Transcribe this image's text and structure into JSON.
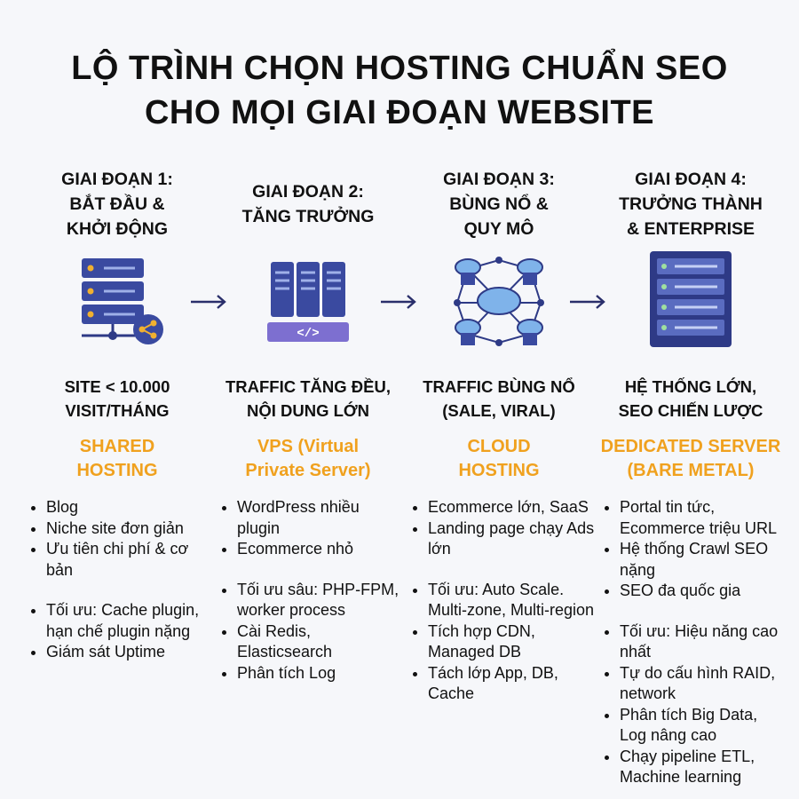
{
  "title": {
    "line1": "LỘ TRÌNH CHỌN HOSTING CHUẨN SEO",
    "line2": "CHO MỌI GIAI ĐOẠN WEBSITE"
  },
  "colors": {
    "accent": "#f0a11e",
    "icon": "#2e3a86",
    "icon_light": "#8f9fe0",
    "arrow": "#2a2f6b"
  },
  "stages": [
    {
      "heading": [
        "GIAI ĐOẠN 1:",
        "BẮT ĐẦU &",
        "KHỞI ĐỘNG"
      ],
      "icon": "server-share-icon",
      "traffic": [
        "SITE < 10.000",
        "VISIT/THÁNG"
      ],
      "hosting": [
        "SHARED",
        "HOSTING"
      ],
      "groups": [
        [
          "Blog",
          "Niche site đơn giản",
          "Ưu tiên chi phí & cơ bản"
        ],
        [
          "Tối ưu: Cache plugin, hạn chế plugin nặng",
          "Giám sát Uptime"
        ]
      ]
    },
    {
      "heading": [
        "GIAI ĐOẠN 2:",
        "TĂNG TRƯỞNG"
      ],
      "icon": "vps-servers-code-icon",
      "traffic": [
        "TRAFFIC TĂNG ĐỀU,",
        "NỘI DUNG LỚN"
      ],
      "hosting": [
        "VPS (Virtual",
        "Private Server)"
      ],
      "groups": [
        [
          "WordPress nhiều plugin",
          "Ecommerce nhỏ"
        ],
        [
          "Tối ưu sâu: PHP-FPM, worker process",
          "Cài Redis, Elasticsearch",
          "Phân tích Log"
        ]
      ]
    },
    {
      "heading": [
        "GIAI ĐOẠN 3:",
        "BÙNG NỔ &",
        "QUY MÔ"
      ],
      "icon": "cloud-network-icon",
      "traffic": [
        "TRAFFIC BÙNG NỔ",
        "(SALE, VIRAL)"
      ],
      "hosting": [
        "CLOUD",
        "HOSTING"
      ],
      "groups": [
        [
          "Ecommerce lớn, SaaS",
          "Landing page chạy Ads lớn"
        ],
        [
          "Tối ưu: Auto Scale. Multi-zone, Multi-region",
          "Tích hợp CDN, Managed DB",
          "Tách lớp App, DB, Cache"
        ]
      ]
    },
    {
      "heading": [
        "GIAI ĐOẠN 4:",
        "TRƯỞNG THÀNH",
        "& ENTERPRISE"
      ],
      "icon": "dedicated-server-rack-icon",
      "traffic": [
        "HỆ THỐNG LỚN,",
        "SEO CHIẾN LƯỢC"
      ],
      "hosting": [
        "DEDICATED SERVER",
        "(BARE METAL)"
      ],
      "groups": [
        [
          "Portal tin tức, Ecommerce triệu URL",
          "Hệ thống Crawl SEO nặng",
          "SEO đa quốc gia"
        ],
        [
          "Tối ưu: Hiệu năng cao nhất",
          "Tự do cấu hình RAID, network",
          "Phân tích Big Data, Log nâng cao",
          "Chạy pipeline ETL, Machine learning"
        ]
      ]
    }
  ]
}
